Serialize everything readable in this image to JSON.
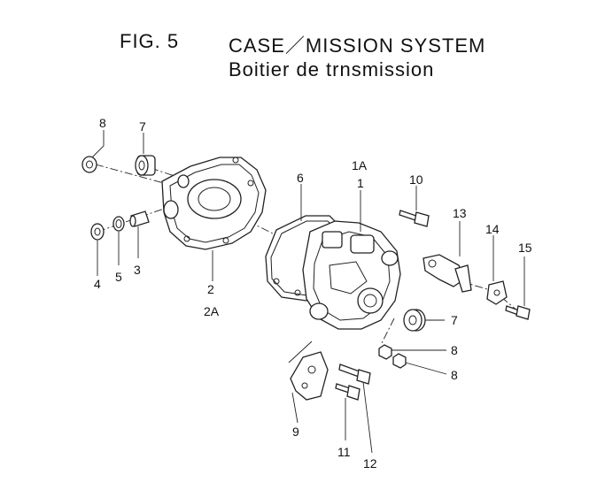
{
  "figure": {
    "number": "FIG.  5",
    "title_en": "CASE／MISSION  SYSTEM",
    "title_fr": "Boitier  de  trnsmission"
  },
  "callouts": {
    "c1a": "1A",
    "c1": "1",
    "c2": "2",
    "c2a": "2A",
    "c3": "3",
    "c4": "4",
    "c5": "5",
    "c6": "6",
    "c7_top": "7",
    "c7_right": "7",
    "c8_top": "8",
    "c8_mid": "8",
    "c8_low": "8",
    "c9": "9",
    "c10": "10",
    "c11": "11",
    "c12": "12",
    "c13": "13",
    "c14": "14",
    "c15": "15"
  }
}
